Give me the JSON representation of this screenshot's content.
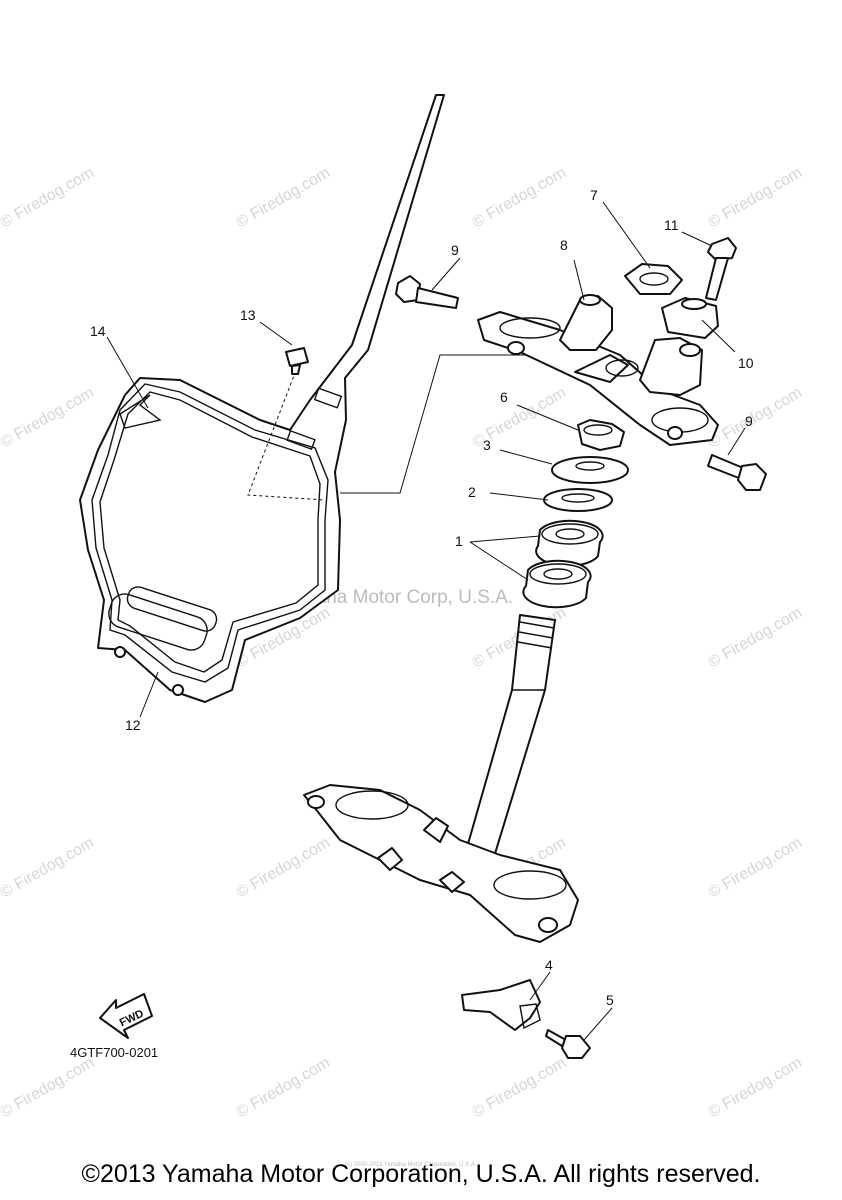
{
  "watermark": {
    "text": "© Firedog.com",
    "center_text": "Yamaha Motor Corp, U.S.A."
  },
  "callouts": {
    "p1": "1",
    "p2": "2",
    "p3": "3",
    "p4": "4",
    "p5": "5",
    "p6": "6",
    "p7": "7",
    "p8": "8",
    "p9a": "9",
    "p9b": "9",
    "p10": "10",
    "p11": "11",
    "p12": "12",
    "p13": "13",
    "p14": "14"
  },
  "fwd_label": "FWD",
  "diagram_code": "4GTF700-0201",
  "footer": {
    "copyright": "©2013 Yamaha Motor Corporation, U.S.A. All rights reserved.",
    "tiny_note": "(c) 2000-2013 Yamaha Motor Corporation, U.S.A."
  }
}
